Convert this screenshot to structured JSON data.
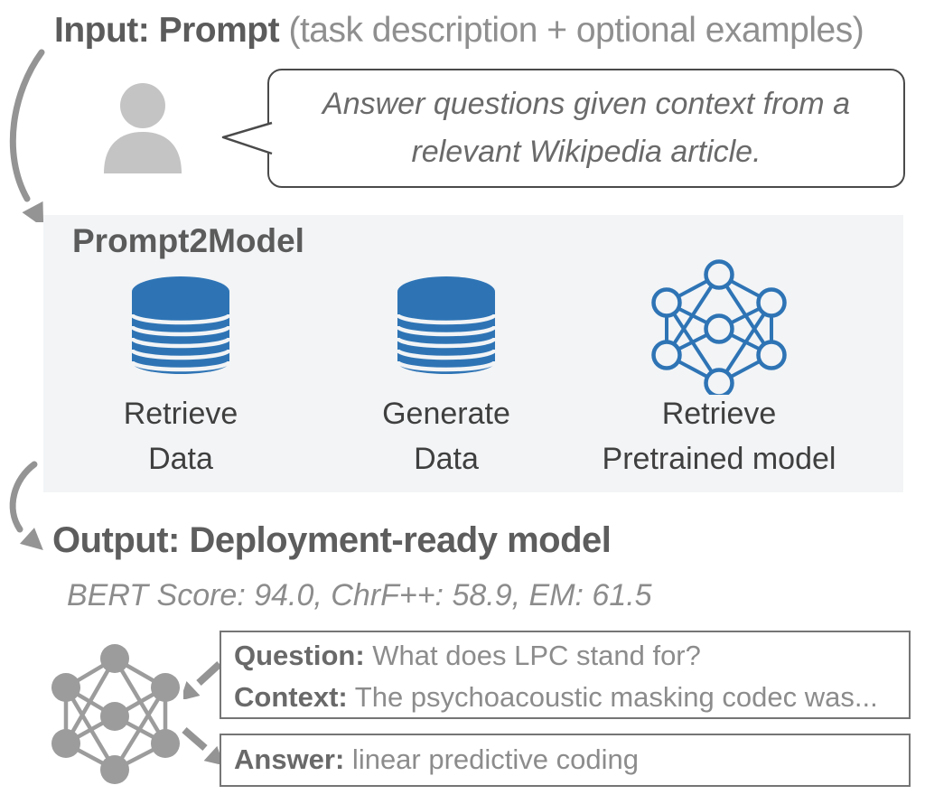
{
  "header": {
    "title_bold": "Input: Prompt",
    "title_light": " (task description + optional examples)"
  },
  "prompt_bubble": {
    "line1": "Answer questions given context from a",
    "line2": "relevant Wikipedia article."
  },
  "pipeline": {
    "title": "Prompt2Model",
    "steps": [
      {
        "icon": "database-icon",
        "label_line1": "Retrieve",
        "label_line2": "Data"
      },
      {
        "icon": "database-icon",
        "label_line1": "Generate",
        "label_line2": "Data"
      },
      {
        "icon": "neural-network-icon",
        "label_line1": "Retrieve",
        "label_line2": "Pretrained model"
      }
    ]
  },
  "output": {
    "title": "Output: Deployment-ready model",
    "metrics": "BERT Score: 94.0, ChrF++: 58.9, EM: 61.5",
    "qa_box": {
      "question_label": "Question:",
      "question_text": " What does LPC stand for?",
      "context_label": "Context:",
      "context_text": " The psychoacoustic masking codec was..."
    },
    "answer_box": {
      "answer_label": "Answer:",
      "answer_text": " linear predictive coding"
    }
  },
  "icons": {
    "user": "person-icon",
    "database": "database-icon",
    "neural_network_blue": "neural-network-icon",
    "neural_network_gray": "neural-network-icon",
    "flow_arrows": "curved-arrow-icon"
  },
  "colors": {
    "accent_blue": "#2e74b5",
    "panel_bg": "#f2f4f6",
    "heading_gray": "#5b5b5b",
    "light_text_gray": "#8c8c8c",
    "icon_gray": "#9c9c9c",
    "person_gray": "#c4c4c4",
    "arrow_gray": "#949494",
    "border_dark": "#4a4a4a",
    "border_box": "#757575"
  }
}
